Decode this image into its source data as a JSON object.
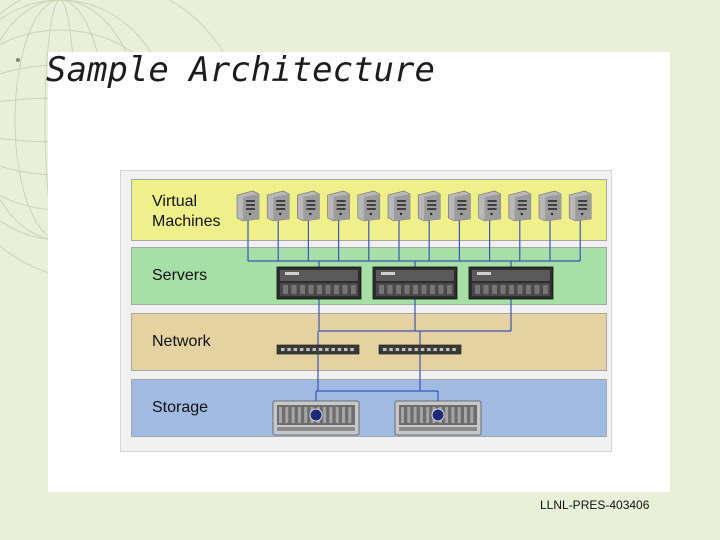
{
  "slide": {
    "title": "Sample Architecture",
    "footer": "LLNL-PRES-403406"
  },
  "diagram": {
    "layers": [
      {
        "key": "vm",
        "label_lines": [
          "Virtual",
          "Machines"
        ],
        "color": "#f0f08a",
        "device": "vm-tower-icon",
        "count": 12
      },
      {
        "key": "servers",
        "label": "Servers",
        "color": "#a6e0a6",
        "device": "rack-server-icon",
        "count": 3
      },
      {
        "key": "network",
        "label": "Network",
        "color": "#e4d2a0",
        "device": "network-switch-icon",
        "count": 2
      },
      {
        "key": "storage",
        "label": "Storage",
        "color": "#9fbbe1",
        "device": "storage-array-icon",
        "count": 2
      }
    ],
    "connector_color": "#3a55b8"
  }
}
